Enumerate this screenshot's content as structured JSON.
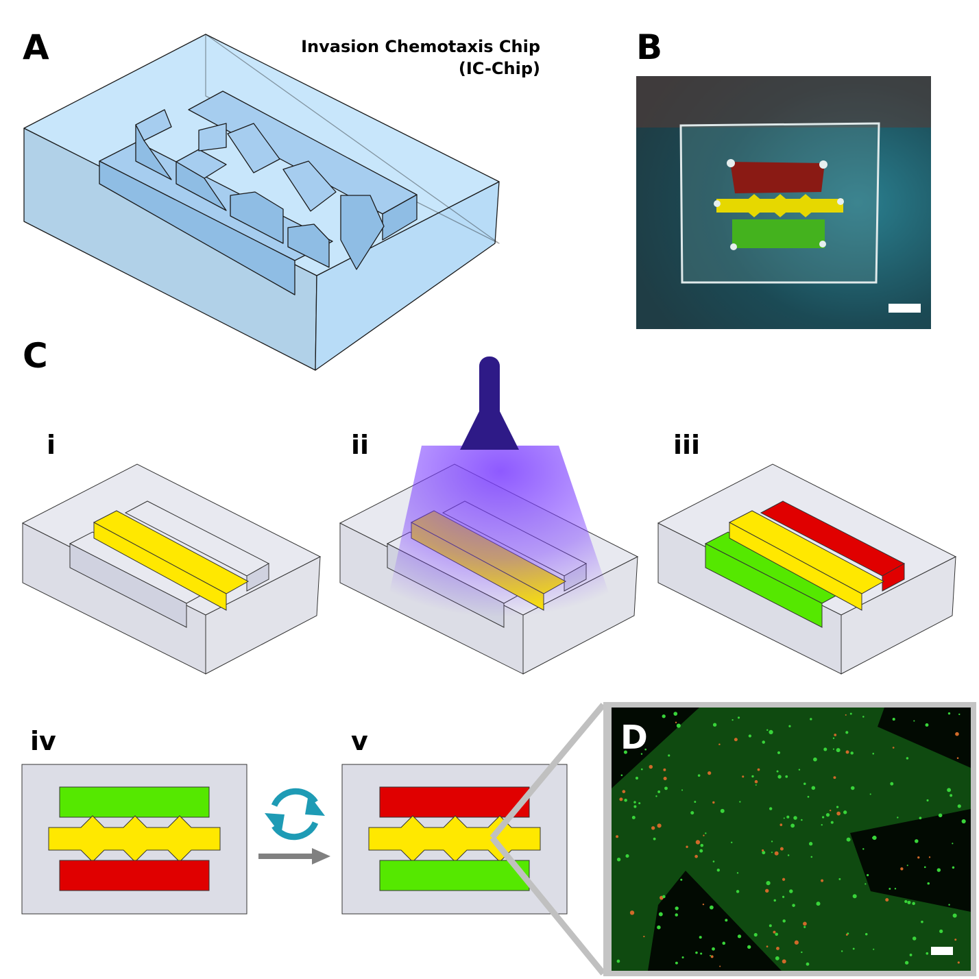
{
  "panels": {
    "a": "A",
    "b": "B",
    "c": "C",
    "d": "D",
    "c_steps": [
      "i",
      "ii",
      "iii",
      "iv",
      "v"
    ]
  },
  "title": {
    "line1": "Invasion Chemotaxis Chip",
    "line2": "(IC-Chip)"
  },
  "colors": {
    "chip_blue": "#b9dcf5",
    "chip_gray": "#dcdde6",
    "yellow": "#ffe800",
    "red": "#e00000",
    "green": "#55e800",
    "uv_lamp": "#2e1a87",
    "cycle_icon": "#1e9bb5",
    "arrow": "#808080"
  }
}
